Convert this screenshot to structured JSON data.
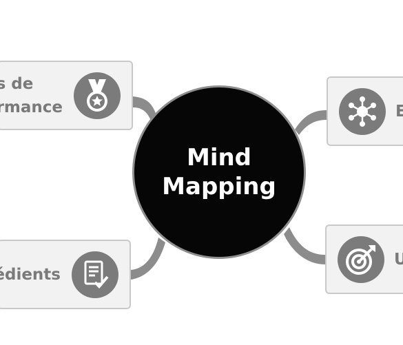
{
  "center": {
    "line1": "Mind",
    "line2": "Mapping"
  },
  "nodes": {
    "top_left": {
      "line1": "s de",
      "line2": "rmance",
      "icon": "medal-icon"
    },
    "bottom_left": {
      "line1": "édients",
      "icon": "checklist-icon"
    },
    "top_right": {
      "line1": "E",
      "icon": "network-hub-icon"
    },
    "bottom_right": {
      "line1": "U",
      "icon": "target-arrow-icon"
    }
  },
  "colors": {
    "center_fill": "#060606",
    "center_border": "#8e8e8e",
    "node_fill": "#f2f2f2",
    "node_border": "#c9c9c9",
    "node_text": "#7a7a7a",
    "icon_fill": "#7b7b7b",
    "connector": "#8c8c8c"
  }
}
